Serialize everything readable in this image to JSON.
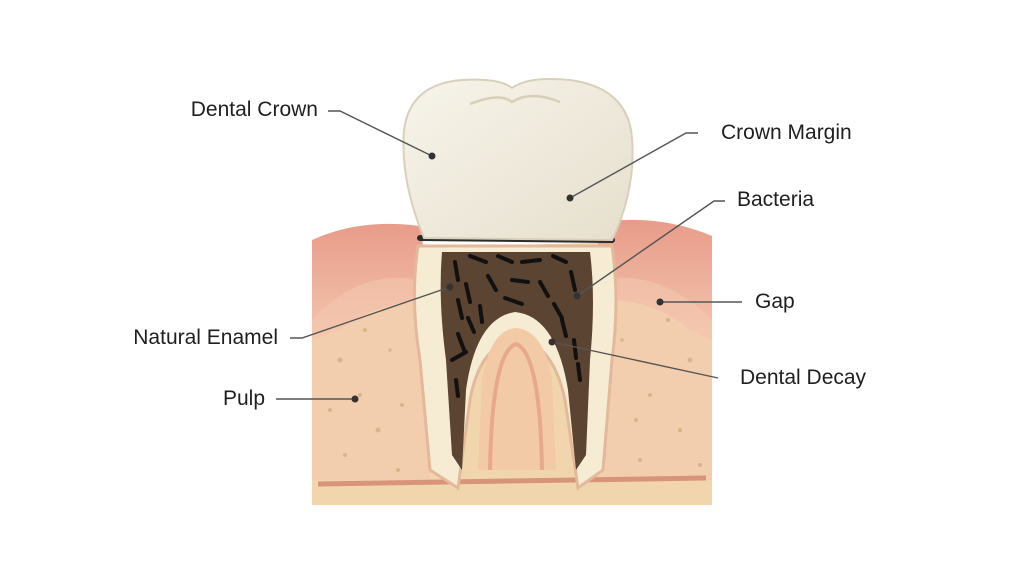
{
  "labels": {
    "dental_crown": "Dental Crown",
    "crown_margin": "Crown Margin",
    "bacteria": "Bacteria",
    "gap": "Gap",
    "natural_enamel": "Natural Enamel",
    "dental_decay": "Dental Decay",
    "pulp": "Pulp"
  },
  "colors": {
    "crown": "#efeadb",
    "crown_margin": "#2b2b2b",
    "gum": "#eeb09c",
    "bone": "#f1d6ad",
    "enamel": "#f6ecd4",
    "decay": "#5a4330",
    "bacteria": "#111111",
    "leader": "#555555"
  }
}
